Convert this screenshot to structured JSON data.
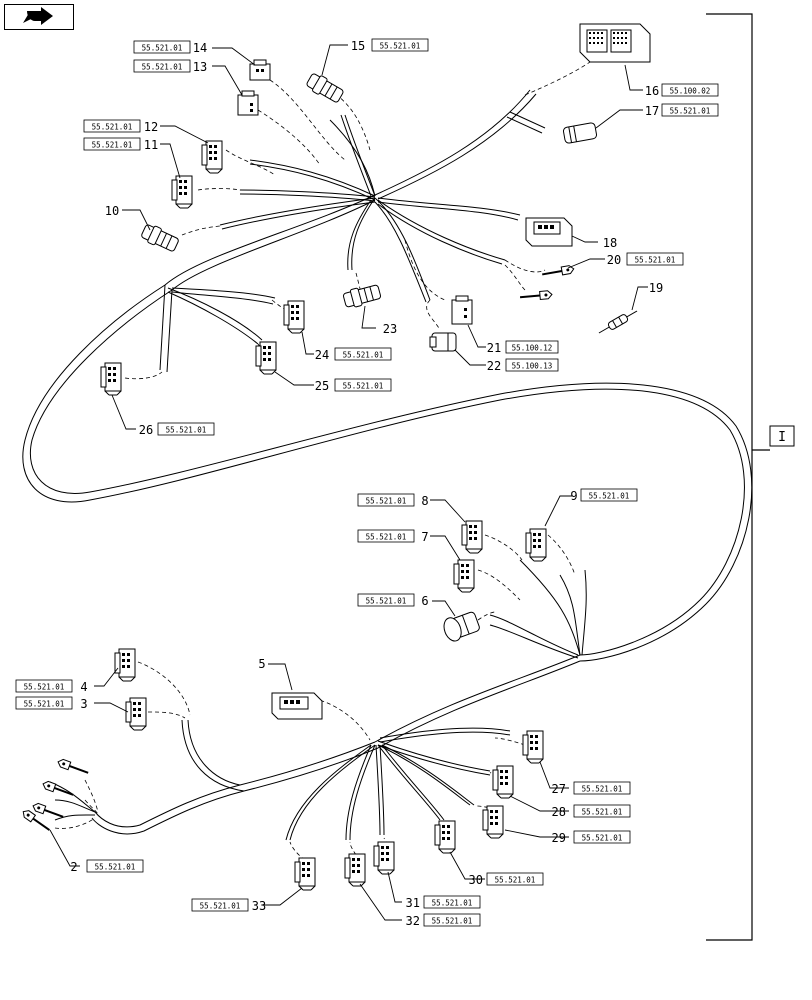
{
  "nav": {
    "icon": "page-turn-arrow-icon"
  },
  "assembly_label": "I",
  "callouts": [
    {
      "num": "14",
      "ref": "55.521.01"
    },
    {
      "num": "13",
      "ref": "55.521.01"
    },
    {
      "num": "15",
      "ref": "55.521.01"
    },
    {
      "num": "12",
      "ref": "55.521.01"
    },
    {
      "num": "11",
      "ref": "55.521.01"
    },
    {
      "num": "10",
      "ref": ""
    },
    {
      "num": "16",
      "ref": "55.100.02"
    },
    {
      "num": "17",
      "ref": "55.521.01"
    },
    {
      "num": "18",
      "ref": ""
    },
    {
      "num": "20",
      "ref": "55.521.01"
    },
    {
      "num": "19",
      "ref": ""
    },
    {
      "num": "23",
      "ref": ""
    },
    {
      "num": "21",
      "ref": "55.100.12"
    },
    {
      "num": "22",
      "ref": "55.100.13"
    },
    {
      "num": "24",
      "ref": "55.521.01"
    },
    {
      "num": "25",
      "ref": "55.521.01"
    },
    {
      "num": "26",
      "ref": "55.521.01"
    },
    {
      "num": "8",
      "ref": "55.521.01"
    },
    {
      "num": "9",
      "ref": "55.521.01"
    },
    {
      "num": "7",
      "ref": "55.521.01"
    },
    {
      "num": "6",
      "ref": "55.521.01"
    },
    {
      "num": "5",
      "ref": ""
    },
    {
      "num": "4",
      "ref": "55.521.01"
    },
    {
      "num": "3",
      "ref": "55.521.01"
    },
    {
      "num": "2",
      "ref": "55.521.01"
    },
    {
      "num": "27",
      "ref": "55.521.01"
    },
    {
      "num": "28",
      "ref": "55.521.01"
    },
    {
      "num": "29",
      "ref": "55.521.01"
    },
    {
      "num": "30",
      "ref": "55.521.01"
    },
    {
      "num": "31",
      "ref": "55.521.01"
    },
    {
      "num": "32",
      "ref": "55.521.01"
    },
    {
      "num": "33",
      "ref": "55.521.01"
    }
  ]
}
